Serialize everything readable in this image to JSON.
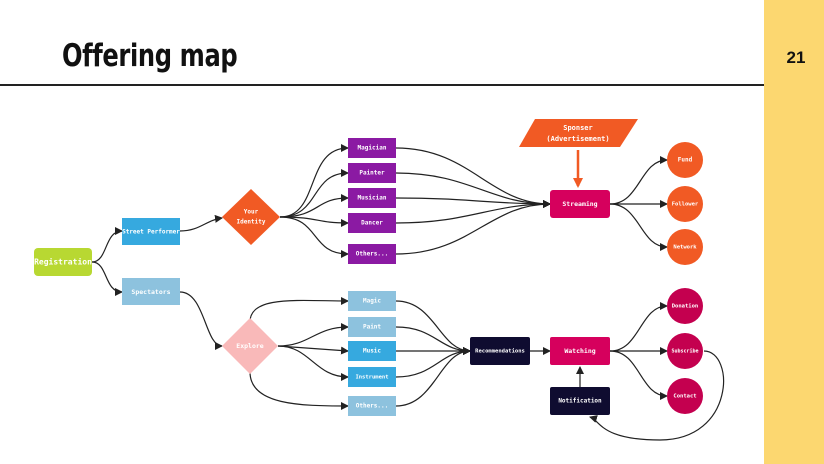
{
  "slide": {
    "title": "Offering map",
    "page_number": "21"
  },
  "colors": {
    "sidebar": "#fcd770",
    "registration": "#b8d832",
    "blue": "#36a9df",
    "light_blue": "#8dc2de",
    "orange": "#f15a24",
    "pink_diamond": "#f9b9b9",
    "purple": "#8b1aa3",
    "violet": "#a13dbf",
    "magenta": "#d6005d",
    "navy": "#0f0c30",
    "dark_pink": "#c4004f"
  },
  "nodes": {
    "registration": "Registration",
    "street_performer": "Street Performer",
    "spectators": "Spectators",
    "your_identity_1": "Your",
    "your_identity_2": "Identity",
    "explore": "Explore",
    "magician": "Magician",
    "painter": "Painter",
    "musician": "Musician",
    "dancer": "Dancer",
    "others_top": "Others...",
    "magic": "Magic",
    "paint": "Paint",
    "music": "Music",
    "instrument": "Instrument",
    "others_bottom": "Others...",
    "sponsor_1": "Sponser",
    "sponsor_2": "(Advertisement)",
    "streaming": "Streaming",
    "recommendations": "Recommendations",
    "watching": "Watching",
    "notification": "Notification",
    "fund": "Fund",
    "follower": "Follower",
    "network": "Network",
    "donation": "Donation",
    "subscribe": "Subscribe",
    "contact": "Contact"
  }
}
